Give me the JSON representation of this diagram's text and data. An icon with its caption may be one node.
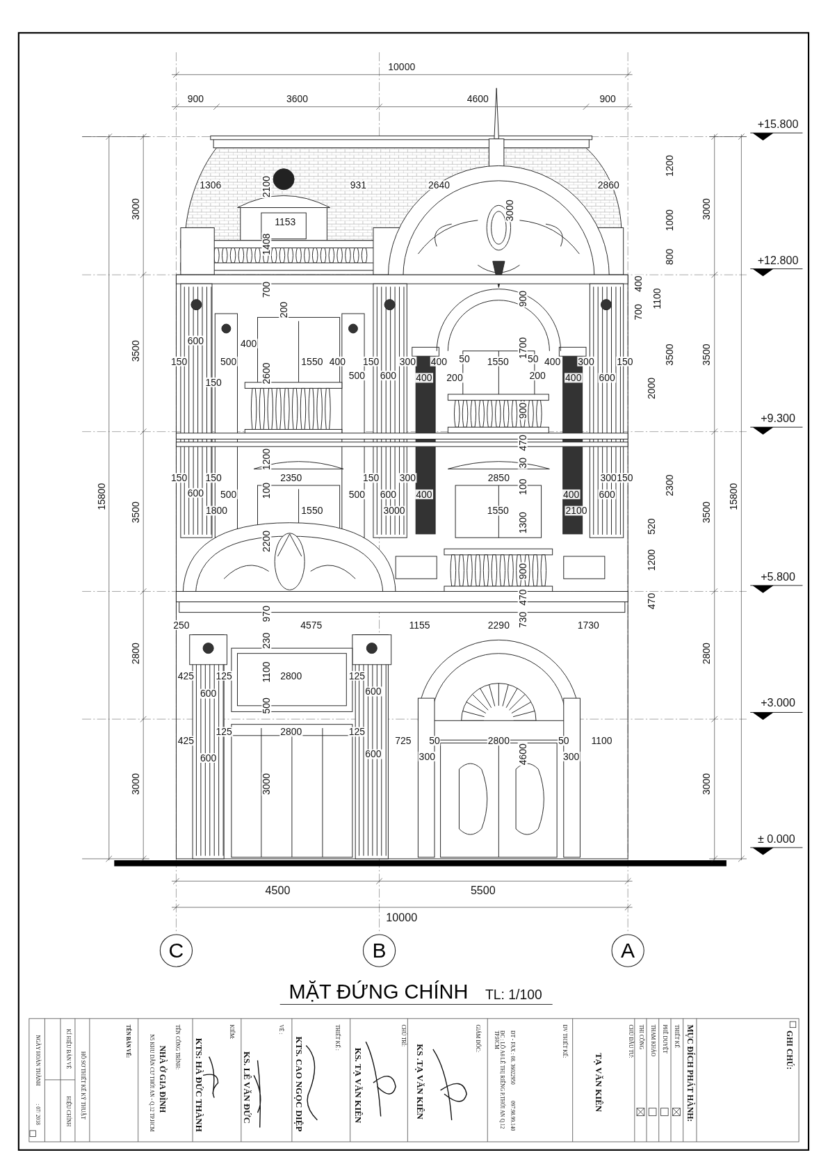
{
  "diagram": {
    "title": "MẶT ĐỨNG CHÍNH",
    "nodes": [
      {
        "text": [
          "C"
        ]
      },
      {
        "text": [
          "B"
        ]
      },
      {
        "text": [
          "A"
        ]
      }
    ],
    "edges": [],
    "labels": [
      "10000",
      "900",
      "3600",
      "4600",
      "900",
      "+15.800",
      "1200",
      "1306",
      "2100",
      "931",
      "2640",
      "2860",
      "3000",
      "3000",
      "1000",
      "3000",
      "1153",
      "1408",
      "800",
      "+12.800",
      "700",
      "900",
      "400",
      "1100",
      "200",
      "700",
      "600",
      "400",
      "3500",
      "1700",
      "3500",
      "3500",
      "150",
      "500",
      "1550",
      "400",
      "150",
      "300",
      "400",
      "50",
      "1550",
      "50",
      "400",
      "300",
      "150",
      "2600",
      "500",
      "600",
      "400",
      "200",
      "200",
      "400",
      "600",
      "150",
      "2000",
      "900",
      "+9.300",
      "470",
      "1200",
      "30",
      "150",
      "150",
      "2350",
      "150",
      "300",
      "2850",
      "300",
      "150",
      "100",
      "100",
      "2300",
      "600",
      "500",
      "500",
      "600",
      "400",
      "400",
      "600",
      "15800",
      "15800",
      "3500",
      "1800",
      "1550",
      "3000",
      "1550",
      "2100",
      "3500",
      "1300",
      "520",
      "2200",
      "1200",
      "900",
      "+5.800",
      "470",
      "470",
      "970",
      "250",
      "4575",
      "1155",
      "2290",
      "730",
      "1730",
      "230",
      "2800",
      "2800",
      "1100",
      "425",
      "125",
      "2800",
      "125",
      "600",
      "600",
      "500",
      "+3.000",
      "125",
      "2800",
      "125",
      "425",
      "725",
      "50",
      "2800",
      "50",
      "1100",
      "600",
      "600",
      "300",
      "4600",
      "300",
      "3000",
      "3000",
      "3000",
      "± 0.000",
      "4500",
      "5500",
      "10000",
      "TL: 1/100",
      "NGÀY HOÀN THÀNH",
      ": 07/ 2018",
      "KÍ HIỆU BẢN VẼ",
      "HIỆU CHỈNH",
      "HỒ SƠ THIẾT KẾ KỸ THUẬT",
      "TÊN BẢN VẼ:",
      "TÊN CÔNG TRÌNH:",
      "NHÀ Ở GIA ĐÌNH",
      "N5 KHU DÂN CƯ THỚI AN - Q.12 TP.HCM",
      "KIỂM:",
      "KTS: HÀ ĐỨC THÀNH",
      "VẼ :",
      "KS. LÊ VĂN ĐỨC",
      "THIẾT KẾ :",
      "KTS. CAO NGỌC DIỆP",
      "CHỦ TRÌ:",
      "KS. TẠ VĂN KIÊN",
      "GIÁM ĐỐC:",
      "KS .TẠ VĂN KIÊN",
      "ĐV THIẾT KẾ:",
      "ĐC : LÔ A8 LÊ THỊ RIÊNG P.THỚI AN Q.12 TP.HCM",
      "ĐT - FAX : 08. 36022950",
      "097.98.99.140",
      "TẠ VĂN KIÊN",
      "CHỦ ĐẦU TƯ:",
      "THI CÔNG",
      "THAM KHẢO",
      "PHÊ DUYỆT",
      "THIẾT KẾ",
      "MỤC ĐÍCH PHÁT HÀNH:",
      "GHI CHÚ:"
    ]
  }
}
